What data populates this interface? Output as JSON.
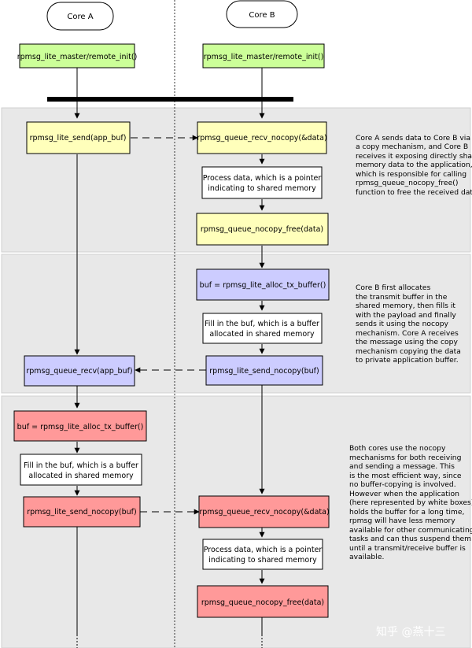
{
  "cores": {
    "a": "Core A",
    "b": "Core B"
  },
  "boxes": {
    "init_a": "rpmsg_lite_master/remote_init()",
    "init_b": "rpmsg_lite_master/remote_init()",
    "s1_send": "rpmsg_lite_send(app_buf)",
    "s1_recv_nocopy": "rpmsg_queue_recv_nocopy(&data)",
    "s1_process": [
      "Process data, which is a pointer",
      "indicating to shared memory"
    ],
    "s1_free": "rpmsg_queue_nocopy_free(data)",
    "s2_alloc": "buf = rpmsg_lite_alloc_tx_buffer()",
    "s2_fill": [
      "Fill in the buf, which is a buffer",
      "allocated in shared memory"
    ],
    "s2_send_nocopy": "rpmsg_lite_send_nocopy(buf)",
    "s2_recv": "rpmsg_queue_recv(app_buf)",
    "s3_alloc": "buf = rpmsg_lite_alloc_tx_buffer()",
    "s3_fill": [
      "Fill in the buf, which is a buffer",
      "allocated in shared memory"
    ],
    "s3_send_nocopy": "rpmsg_lite_send_nocopy(buf)",
    "s3_recv_nocopy": "rpmsg_queue_recv_nocopy(&data)",
    "s3_process": [
      "Process data, which is a pointer",
      "indicating to shared memory"
    ],
    "s3_free": "rpmsg_queue_nocopy_free(data)"
  },
  "notes": {
    "s1": [
      "Core A sends data to Core B via",
      "a copy mechanism, and Core B",
      "receives it exposing directly shared",
      "memory data to the application,",
      "which is responsible for calling",
      "rpmsg_queue_nocopy_free()",
      "function to free the received data."
    ],
    "s2": [
      "Core B first allocates",
      "the transmit buffer in the",
      "shared memory, then fills it",
      "with the payload and finally",
      "sends it using the nocopy",
      "mechanism. Core A receives",
      "the message using the copy",
      "mechanism copying the data",
      "to private application buffer."
    ],
    "s3": [
      "Both cores use the nocopy",
      "mechanisms for both receiving",
      "and sending a message. This",
      "is the most efficient way, since",
      "no buffer-copying is involved.",
      "However when the application",
      "(here represented by white boxes)",
      "holds the buffer for a long time,",
      "rpmsg will have less memory",
      "available for other communicating",
      "tasks and can thus suspend them",
      "until a transmit/receive buffer is",
      "available."
    ]
  },
  "watermark": "知乎 @燕十三",
  "colors": {
    "green": "#ccff99",
    "yellow": "#ffffbb",
    "blue": "#ccccff",
    "red": "#ff9999",
    "white": "#ffffff",
    "section_bg": "#e8e8e8"
  }
}
